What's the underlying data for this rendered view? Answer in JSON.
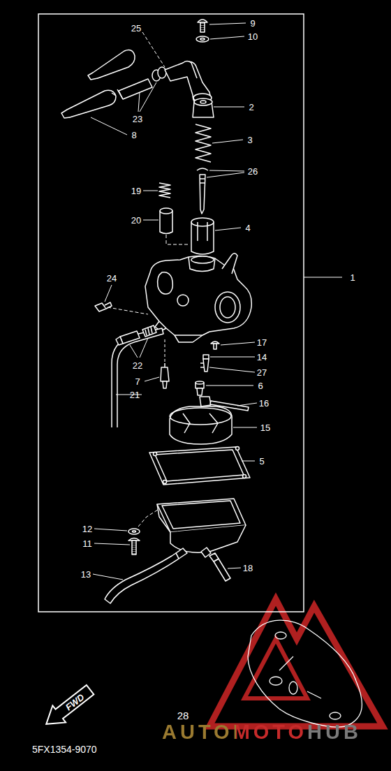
{
  "diagram": {
    "nodes": [
      {
        "text": [
          "FWD"
        ]
      }
    ],
    "labels": [
      "25",
      "9",
      "10",
      "2",
      "3",
      "26",
      "19",
      "20",
      "4",
      "23",
      "8",
      "1",
      "24",
      "17",
      "14",
      "22",
      "27",
      "7",
      "21",
      "6",
      "16",
      "15",
      "5",
      "12",
      "11",
      "13",
      "18",
      "28",
      "5FX1354-9070",
      "AUTOMOTOHUB"
    ]
  }
}
